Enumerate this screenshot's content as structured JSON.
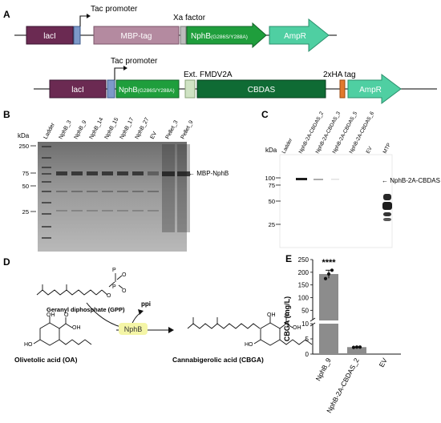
{
  "panels": {
    "a": "A",
    "b": "B",
    "c": "C",
    "d": "D",
    "e": "E"
  },
  "construct1": {
    "lacI": "lacI",
    "tac": "Tac promoter",
    "mbp": "MBP-tag",
    "xa": "Xa factor",
    "nphb": "NphB",
    "nphb_mut": "(G286S/Y288A)",
    "ampr": "AmpR"
  },
  "construct2": {
    "lacI": "lacI",
    "tac": "Tac promoter",
    "nphb": "NphB",
    "nphb_mut": "(G286S/Y288A)",
    "ext": "Ext. FMDV2A",
    "cbdas": "CBDAS",
    "tag": "2xHA tag",
    "ampr": "AmpR"
  },
  "gel_b": {
    "kda": "kDa",
    "lanes": [
      "Ladder",
      "NphB_3",
      "NphB_9",
      "NphB_14",
      "NphB_15",
      "NphB_17",
      "NphB_27",
      "EV",
      "Pellet_3",
      "Pellet_9"
    ],
    "markers": [
      "250",
      "75",
      "50",
      "25"
    ],
    "band_label": "← MBP-NphB"
  },
  "blot_c": {
    "kda": "kDa",
    "lanes": [
      "Ladder",
      "NphB-2A-CBDAS_2",
      "NphB-2A-CBDAS_3",
      "NphB-2A-CBDAS_5",
      "NphB-2A-CBDAS_6",
      "EV",
      "MTP"
    ],
    "markers": [
      "100",
      "75",
      "50",
      "25"
    ],
    "band_label": "← NphB-2A-CBDAS"
  },
  "reaction_d": {
    "gpp": "Geranyl diphosphate (GPP)",
    "ppi": "ppi",
    "enzyme": "NphB",
    "oa": "Olivetolic acid (OA)",
    "cbga": "Cannabigerolic acid (CBGA)"
  },
  "chart_data": {
    "type": "bar",
    "categories": [
      "NphB_9",
      "NphB-2A-CBDAS_2",
      "EV"
    ],
    "values": [
      193,
      2.3,
      0
    ],
    "points": [
      [
        175,
        193,
        208
      ],
      [
        2.2,
        2.3,
        2.3
      ],
      []
    ],
    "ylabel": "CBGA (mg/L)",
    "significance": "****",
    "yticks_upper": [
      "250",
      "200",
      "150",
      "100",
      "50"
    ],
    "yticks_lower": [
      "10",
      "5",
      "0"
    ],
    "broken_axis": true,
    "lower_range": [
      0,
      10
    ],
    "upper_range": [
      10,
      250
    ],
    "bar_color": "#8c8c8c"
  },
  "colors": {
    "lacI": "#6b2a52",
    "mbp": "#b48aa0",
    "linker": "#7d99c9",
    "nphb": "#1f9e3c",
    "ampr": "#4fcfa2",
    "ext": "#cfe3c3",
    "cbdas": "#0f6b34",
    "tag": "#e2792c",
    "enzyme_bg": "#f4f5a6"
  }
}
